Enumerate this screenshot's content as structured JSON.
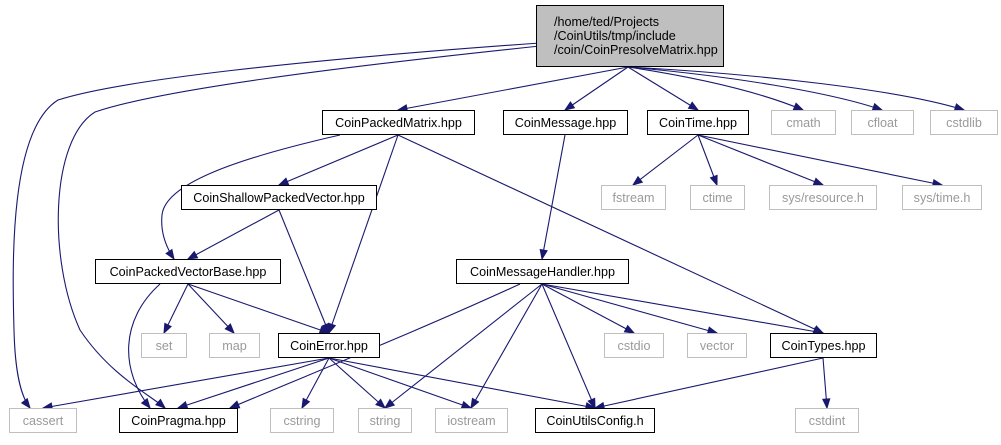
{
  "graph": {
    "root": {
      "label": "/home/ted/Projects\n/CoinUtils/tmp/include\n/coin/CoinPresolveMatrix.hpp"
    },
    "nodes": {
      "CoinPackedMatrix": "CoinPackedMatrix.hpp",
      "CoinMessage": "CoinMessage.hpp",
      "CoinTime": "CoinTime.hpp",
      "cmath": "cmath",
      "cfloat": "cfloat",
      "cstdlib": "cstdlib",
      "CoinShallowPackedVector": "CoinShallowPackedVector.hpp",
      "fstream": "fstream",
      "ctime": "ctime",
      "sys_resource": "sys/resource.h",
      "sys_time": "sys/time.h",
      "CoinPackedVectorBase": "CoinPackedVectorBase.hpp",
      "CoinMessageHandler": "CoinMessageHandler.hpp",
      "set": "set",
      "map": "map",
      "cstdio": "cstdio",
      "vector": "vector",
      "CoinError": "CoinError.hpp",
      "CoinTypes": "CoinTypes.hpp",
      "cassert": "cassert",
      "CoinPragma": "CoinPragma.hpp",
      "cstring": "cstring",
      "string": "string",
      "iostream": "iostream",
      "CoinUtilsConfig": "CoinUtilsConfig.h",
      "cstdint": "cstdint"
    },
    "edges": [
      [
        "root",
        "CoinPackedMatrix"
      ],
      [
        "root",
        "CoinMessage"
      ],
      [
        "root",
        "CoinTime"
      ],
      [
        "root",
        "cmath"
      ],
      [
        "root",
        "cfloat"
      ],
      [
        "root",
        "cstdlib"
      ],
      [
        "root",
        "cassert"
      ],
      [
        "root",
        "CoinPragma"
      ],
      [
        "CoinPackedMatrix",
        "CoinShallowPackedVector"
      ],
      [
        "CoinPackedMatrix",
        "CoinPackedVectorBase"
      ],
      [
        "CoinPackedMatrix",
        "CoinError"
      ],
      [
        "CoinPackedMatrix",
        "CoinTypes"
      ],
      [
        "CoinMessage",
        "CoinMessageHandler"
      ],
      [
        "CoinTime",
        "fstream"
      ],
      [
        "CoinTime",
        "ctime"
      ],
      [
        "CoinTime",
        "sys_resource"
      ],
      [
        "CoinTime",
        "sys_time"
      ],
      [
        "CoinShallowPackedVector",
        "CoinPackedVectorBase"
      ],
      [
        "CoinShallowPackedVector",
        "CoinError"
      ],
      [
        "CoinPackedVectorBase",
        "set"
      ],
      [
        "CoinPackedVectorBase",
        "map"
      ],
      [
        "CoinPackedVectorBase",
        "CoinError"
      ],
      [
        "CoinPackedVectorBase",
        "CoinPragma"
      ],
      [
        "CoinMessageHandler",
        "CoinPragma"
      ],
      [
        "CoinMessageHandler",
        "string"
      ],
      [
        "CoinMessageHandler",
        "iostream"
      ],
      [
        "CoinMessageHandler",
        "CoinUtilsConfig"
      ],
      [
        "CoinMessageHandler",
        "cstdio"
      ],
      [
        "CoinMessageHandler",
        "vector"
      ],
      [
        "CoinMessageHandler",
        "CoinTypes"
      ],
      [
        "CoinError",
        "cassert"
      ],
      [
        "CoinError",
        "CoinPragma"
      ],
      [
        "CoinError",
        "cstring"
      ],
      [
        "CoinError",
        "string"
      ],
      [
        "CoinError",
        "iostream"
      ],
      [
        "CoinError",
        "CoinUtilsConfig"
      ],
      [
        "CoinTypes",
        "CoinUtilsConfig"
      ],
      [
        "CoinTypes",
        "cstdint"
      ]
    ]
  }
}
